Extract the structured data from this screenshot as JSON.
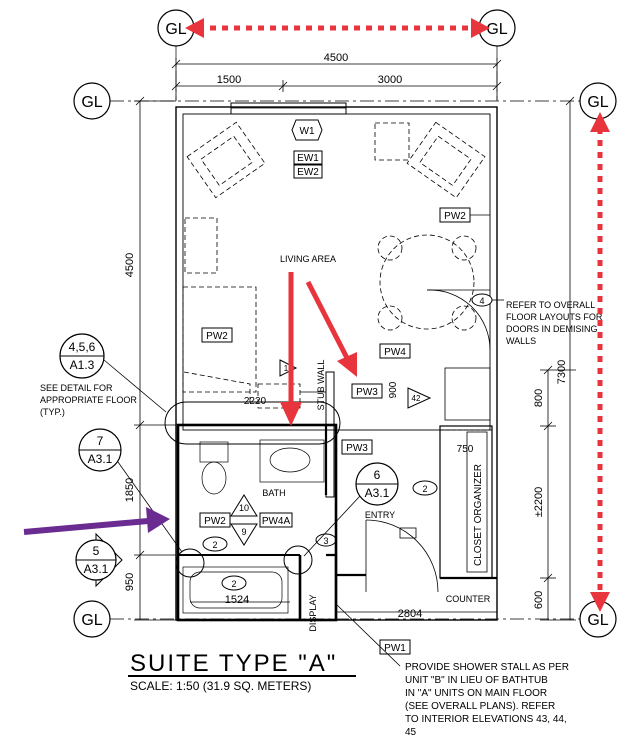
{
  "grid": {
    "label": "GL"
  },
  "dimensions": {
    "overall_width": "4500",
    "left_width": "1500",
    "right_width": "3000",
    "left_height": "4500",
    "bath_height": "1850",
    "tub_height": "950",
    "right_total": "7300",
    "right_800": "800",
    "right_2200": "±2200",
    "right_600": "600",
    "stub_900": "900",
    "dim_2220": "2220",
    "dim_750": "750",
    "dim_1524": "1524",
    "dim_2804": "2804"
  },
  "tags": {
    "w1": "W1",
    "ew1": "EW1",
    "ew2": "EW2",
    "pw2_top": "PW2",
    "pw2_living": "PW2",
    "pw4_top": "PW4",
    "pw3_a": "PW3",
    "pw3_b": "PW3",
    "pw2_bath": "PW2",
    "pw4a": "PW4A",
    "pw1": "PW1",
    "tri_10": "10",
    "tri_9": "9",
    "tri_42": "42",
    "tri_1": "1",
    "oval_2a": "2",
    "oval_2b": "2",
    "oval_2c": "2",
    "oval_3": "3",
    "oval_4": "4"
  },
  "callouts": {
    "c456_top": "4,5,6",
    "c456_bottom": "A1.3",
    "c7_top": "7",
    "c7_bottom": "A3.1",
    "c5_top": "5",
    "c5_bottom": "A3.1",
    "c6_top": "6",
    "c6_bottom": "A3.1"
  },
  "labels": {
    "living_area": "LIVING AREA",
    "bath": "BATH",
    "entry": "ENTRY",
    "stub_wall": "STUB WALL",
    "closet_organizer": "CLOSET ORGANIZER",
    "counter": "COUNTER",
    "display": "DISPLAY"
  },
  "notes": {
    "refer_overall": [
      "REFER TO OVERALL",
      "FLOOR LAYOUTS FOR",
      "DOORS IN DEMISING",
      "WALLS"
    ],
    "see_detail": [
      "SEE DETAIL FOR",
      "APPROPRIATE FLOOR",
      "(TYP.)"
    ],
    "shower": [
      "PROVIDE SHOWER STALL AS PER",
      "UNIT \"B\" IN LIEU OF BATHTUB",
      "IN \"A\" UNITS ON MAIN FLOOR",
      "(SEE OVERALL PLANS). REFER",
      "TO INTERIOR ELEVATIONS 43, 44,",
      "45"
    ]
  },
  "title": {
    "main": "SUITE TYPE \"A\"",
    "scale": "SCALE: 1:50 (31.9 SQ. METERS)"
  },
  "colors": {
    "red_annotation": "#e8343c",
    "purple_annotation": "#6a2c91",
    "linework": "#000000"
  }
}
